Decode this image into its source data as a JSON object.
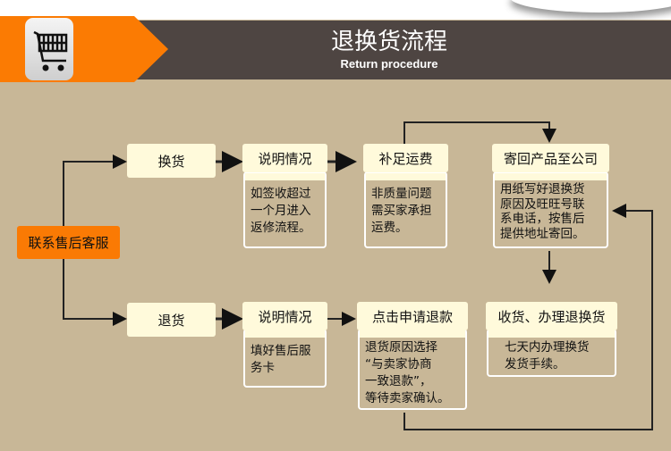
{
  "header": {
    "title": "退换货流程",
    "subtitle": "Return procedure",
    "icon": "shopping-cart-icon"
  },
  "colors": {
    "accent": "#fb7b03",
    "bar": "#4e4542",
    "background": "#c8b797",
    "box": "#fffadb"
  },
  "start": "联系售后客服",
  "exchange": {
    "label": "换货",
    "explain": {
      "title": "说明情况",
      "text": "如签收超过\n一个月进入\n返修流程。"
    },
    "shipping": {
      "title": "补足运费",
      "text": "非质量问题\n需买家承担\n运费。"
    },
    "send_back": {
      "title": "寄回产品至公司",
      "text": "用纸写好退换货\n原因及旺旺号联\n系电话，按售后\n提供地址寄回。"
    },
    "receive": {
      "title": "收货、办理退换货",
      "text": "七天内办理换货\n发货手续。"
    }
  },
  "return": {
    "label": "退货",
    "explain": {
      "title": "说明情况",
      "text": "填好售后服\n务卡"
    },
    "refund": {
      "title": "点击申请退款",
      "text": "退货原因选择\n “与卖家协商\n一致退款”，\n等待卖家确认。"
    }
  }
}
